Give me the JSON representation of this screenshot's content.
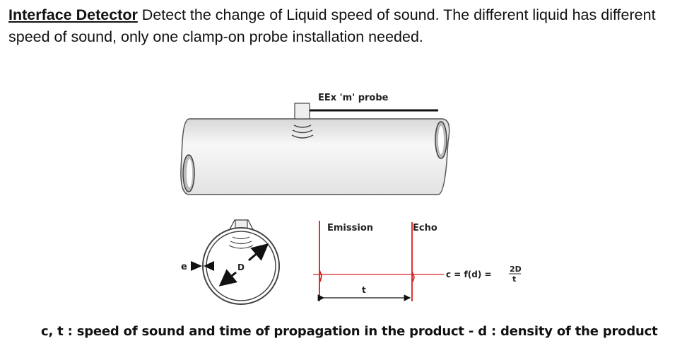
{
  "header": {
    "title": "Interface Detector",
    "description": " Detect the change of Liquid speed of sound. The different liquid has different speed of sound, only one clamp-on probe installation needed."
  },
  "diagram": {
    "probe_label": "EEx 'm' probe",
    "emission_label": "Emission",
    "echo_label": "Echo",
    "thickness_label": "e",
    "diameter_label": "D",
    "time_label": "t",
    "formula": "c = f(d) =",
    "formula_numerator": "2D",
    "formula_denominator": "t",
    "signal_color": "#d42020"
  },
  "caption": "c, t : speed of sound and time of propagation in the product - d : density of the product"
}
